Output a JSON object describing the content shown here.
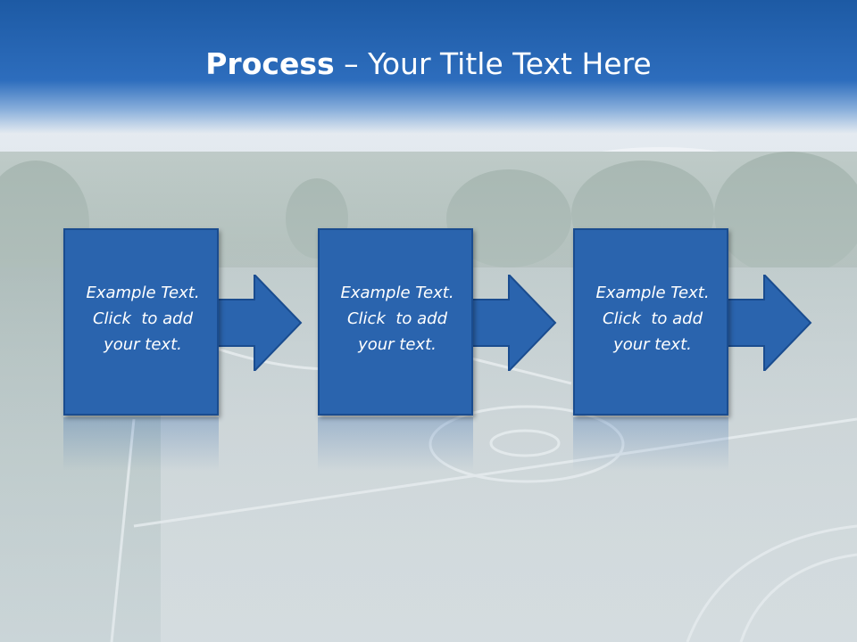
{
  "header": {
    "title_bold": "Process",
    "title_rest": " – Your Title Text Here"
  },
  "steps": [
    {
      "line1": "Example Text.",
      "line2": "Click  to add",
      "line3": "your text."
    },
    {
      "line1": "Example Text.",
      "line2": "Click  to add",
      "line3": "your text."
    },
    {
      "line1": "Example Text.",
      "line2": "Click  to add",
      "line3": "your text."
    }
  ],
  "colors": {
    "header_blue": "#1d5aa4",
    "box_blue": "#2a64ae",
    "box_border": "#1a4c8f",
    "text": "#ffffff"
  }
}
